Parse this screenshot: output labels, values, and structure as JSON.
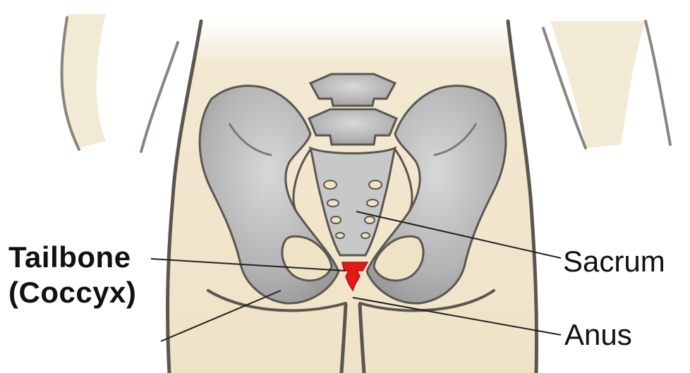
{
  "labels": {
    "tailbone_line1": "Tailbone",
    "tailbone_line2": "(Coccyx)",
    "sacrum": "Sacrum",
    "anus": "Anus"
  },
  "colors": {
    "skin": "#f1e6cc",
    "outline": "#5a5650",
    "bone": "#b9b9b9",
    "bone_light": "#d6d6d6",
    "bone_shadow": "#8f8f8f",
    "coccyx": "#e31919",
    "leader_line": "#222222"
  }
}
